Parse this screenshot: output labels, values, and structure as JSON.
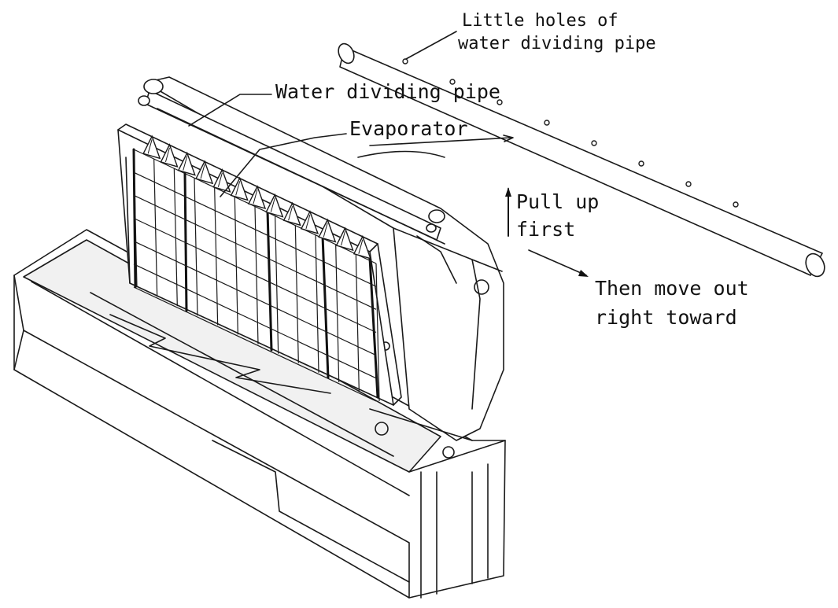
{
  "labels": {
    "little_holes_line1": "Little holes of",
    "little_holes_line2": "water dividing pipe",
    "water_dividing_pipe": "Water dividing pipe",
    "evaporator": "Evaporator",
    "pull_up_line1": "Pull up",
    "pull_up_line2": "first",
    "then_move_line1": "Then move out",
    "then_move_line2": "right toward"
  },
  "colors": {
    "ink": "#1a1a1a",
    "background": "#ffffff"
  }
}
